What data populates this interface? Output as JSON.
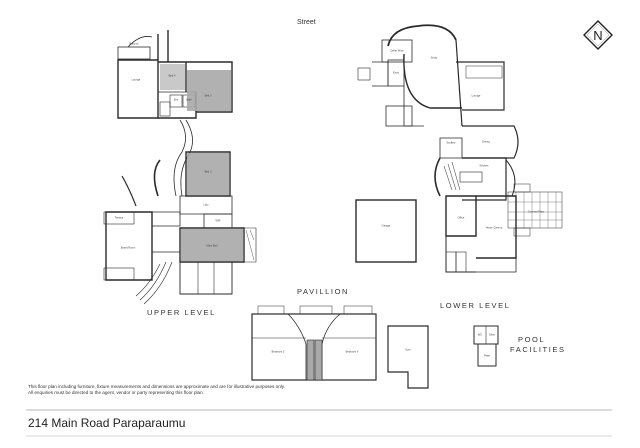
{
  "street_label": "Street",
  "sections": {
    "upper_level": "UPPER LEVEL",
    "lower_level": "LOWER LEVEL",
    "pavillion": "PAVILLION",
    "pool_line1": "POOL",
    "pool_line2": "FACILITIES"
  },
  "compass_letter": "N",
  "rooms": {
    "balcony_upper": "Balcony",
    "lounge_upper": "Lounge",
    "bed4": "Bed 4",
    "bed3": "Bed 3",
    "bed2": "Bed 2",
    "ensuite_upper": "Ens",
    "bath_upper": "Bath",
    "laundry_upper": "Ldry",
    "wir": "WIR",
    "master_bed": "Main Bed",
    "board_room": "Board Room",
    "terrace": "Terrace",
    "cellar": "Cellar Wine",
    "entry_lower": "Entry",
    "study_lower": "Study",
    "lounge_lower": "Lounge",
    "dining": "Dining",
    "kitchen": "Kitchen",
    "scullery": "Scullery",
    "garage": "Garage",
    "office": "Office",
    "home_theatre": "Home Cinema",
    "covered_patio": "Covered Patio",
    "bedroom5": "Bedroom 5",
    "bedroom6": "Bedroom 6",
    "gym": "Gym",
    "toilet": "WC",
    "shower": "Shwr",
    "plant": "Plant"
  },
  "disclaimer_line1": "This floor plan including furniture, fixture measurements and dimensions are approximate and are for illustrative purposes only.",
  "disclaimer_line2": "All enquiries must be directed to the agent, vendor or party representing this floor plan.",
  "address": "214 Main Road Paraparaumu",
  "colors": {
    "wall": "#2a2a2a",
    "highlight": "#a9a9a9",
    "line": "#555555"
  }
}
